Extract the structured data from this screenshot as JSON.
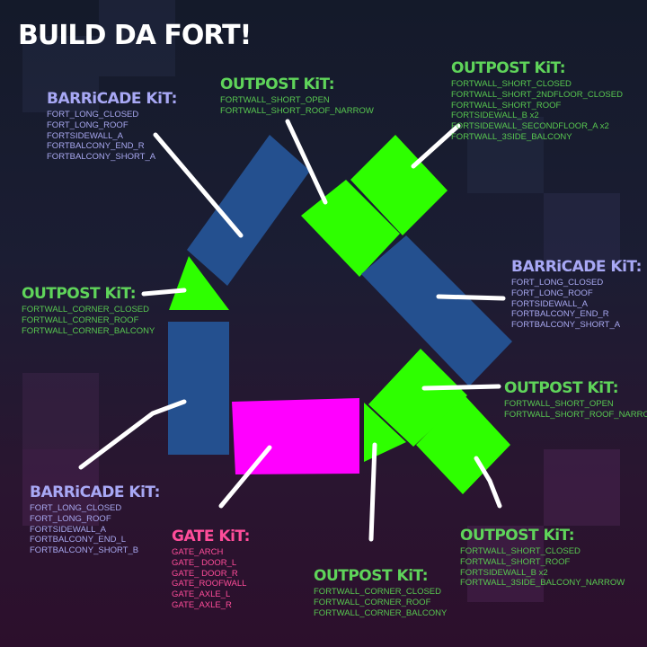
{
  "title": "BUILD DA FORT!",
  "colors": {
    "barricade": "#24508f",
    "outpost": "#2eff00",
    "gate": "#ff00ff",
    "barricade_text": "#a8a8f5",
    "outpost_text": "#5fd45a",
    "gate_text": "#ff4d9a"
  },
  "kits": [
    {
      "heading": "BARRiCADE KiT:",
      "items": [
        "FORT_LONG_CLOSED",
        "FORT_LONG_ROOF",
        "FORTSIDEWALL_A",
        "FORTBALCONY_END_R",
        "FORTBALCONY_SHORT_A"
      ]
    },
    {
      "heading": "OUTPOST KiT:",
      "items": [
        "FORTWALL_SHORT_OPEN",
        "FORTWALL_SHORT_ROOF_NARROW"
      ]
    },
    {
      "heading": "OUTPOST KiT:",
      "items": [
        "FORTWALL_SHORT_CLOSED",
        "FORTWALL_SHORT_2NDFLOOR_CLOSED",
        "FORTWALL_SHORT_ROOF",
        "FORTSIDEWALL_B x2",
        "FORTSIDEWALL_SECONDFLOOR_A x2",
        "FORTWALL_3SIDE_BALCONY"
      ]
    },
    {
      "heading": "OUTPOST KiT:",
      "items": [
        "FORTWALL_CORNER_CLOSED",
        "FORTWALL_CORNER_ROOF",
        "FORTWALL_CORNER_BALCONY"
      ]
    },
    {
      "heading": "BARRiCADE KiT:",
      "items": [
        "FORT_LONG_CLOSED",
        "FORT_LONG_ROOF",
        "FORTSIDEWALL_A",
        "FORTBALCONY_END_R",
        "FORTBALCONY_SHORT_A"
      ]
    },
    {
      "heading": "OUTPOST KiT:",
      "items": [
        "FORTWALL_SHORT_OPEN",
        "FORTWALL_SHORT_ROOF_NARROW"
      ]
    },
    {
      "heading": "BARRiCADE KiT:",
      "items": [
        "FORT_LONG_CLOSED",
        "FORT_LONG_ROOF",
        "FORTSIDEWALL_A",
        "FORTBALCONY_END_L",
        "FORTBALCONY_SHORT_B"
      ]
    },
    {
      "heading": "GATE KiT:",
      "items": [
        "GATE_ARCH",
        "GATE_ DOOR_L",
        "GATE_ DOOR_R",
        "GATE_ROOFWALL",
        "GATE_AXLE_L",
        "GATE_AXLE_R"
      ]
    },
    {
      "heading": "OUTPOST KiT:",
      "items": [
        "FORTWALL_CORNER_CLOSED",
        "FORTWALL_CORNER_ROOF",
        "FORTWALL_CORNER_BALCONY"
      ]
    },
    {
      "heading": "OUTPOST KiT:",
      "items": [
        "FORTWALL_SHORT_CLOSED",
        "FORTWALL_SHORT_ROOF",
        "FORTSIDEWALL_B x2",
        "FORTWALL_3SIDE_BALCONY_NARROW"
      ]
    }
  ]
}
